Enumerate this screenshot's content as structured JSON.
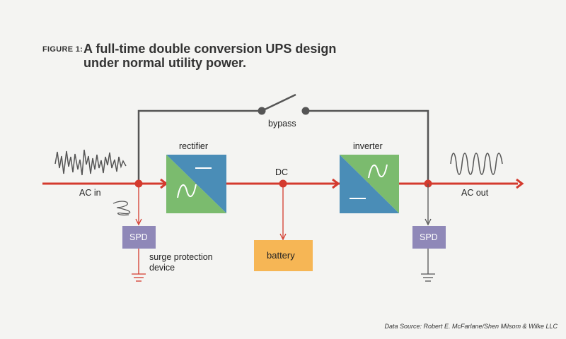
{
  "figure": {
    "label": "FIGURE 1:",
    "title": "A full-time double conversion UPS design under normal utility power."
  },
  "components": {
    "rectifier": "rectifier",
    "inverter": "inverter",
    "dc": "DC",
    "bypass": "bypass",
    "ac_in": "AC in",
    "ac_out": "AC out",
    "spd_left": "SPD",
    "spd_right": "SPD",
    "battery": "battery",
    "surge_protection": "surge protection\ndevice"
  },
  "source": "Data Source: Robert E. McFarlane/Shen Milsom & Wilke LLC",
  "colors": {
    "power_line": "#d43a2e",
    "bypass_line": "#555555",
    "converter_blue": "#4a8db7",
    "converter_green": "#7bbb6e",
    "spd": "#8f88b8",
    "battery": "#f6b655"
  }
}
